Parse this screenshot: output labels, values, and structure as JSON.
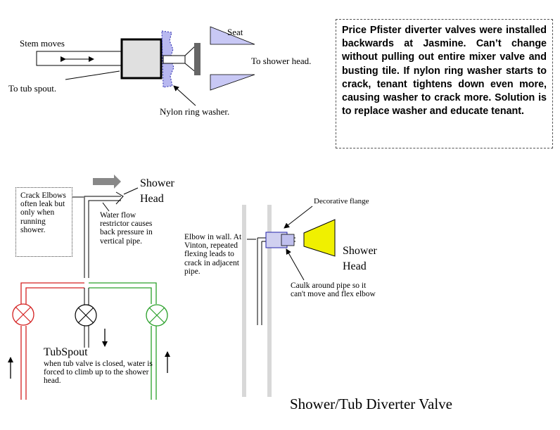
{
  "top_diagram": {
    "stem_label": "Stem moves",
    "tub_label": "To tub spout.",
    "washer_label": "Nylon ring washer.",
    "seat_label": "Seat",
    "shower_label": "To shower head."
  },
  "note": {
    "text": "Price Pfister diverter valves were installed backwards at Jasmine. Can’t change without pulling out entire mixer valve and busting tile. If nylon ring washer starts to crack, tenant tightens down even more, causing washer to crack more. Solution is to replace washer and educate tenant."
  },
  "left_diagram": {
    "crack_note": "Crack Elbows often leak but only when running shower.",
    "shower_head_line1": "Shower",
    "shower_head_line2": "Head",
    "restrictor_note": "Water flow restrictor causes back pressure in vertical pipe.",
    "tub_spout_label": "TubSpout",
    "tub_note": "when tub valve is closed, water is forced to climb up to the shower head."
  },
  "right_diagram": {
    "flange_label": "Decorative flange",
    "elbow_note": "Elbow in wall. At Vinton, repeated flexing leads to crack in adjacent pipe.",
    "shower_head_line1": "Shower",
    "shower_head_line2": "Head",
    "caulk_note": "Caulk around pipe so it can't move and flex elbow"
  },
  "title": "Shower/Tub Diverter Valve",
  "colors": {
    "hot_pipe": "#d42020",
    "cold_pipe": "#2aa02a",
    "seat_fill": "#c8c8f5",
    "washer_fill": "#b8b8f0",
    "showerhead_fill": "#f0f000",
    "wall": "#d8d8d8"
  }
}
